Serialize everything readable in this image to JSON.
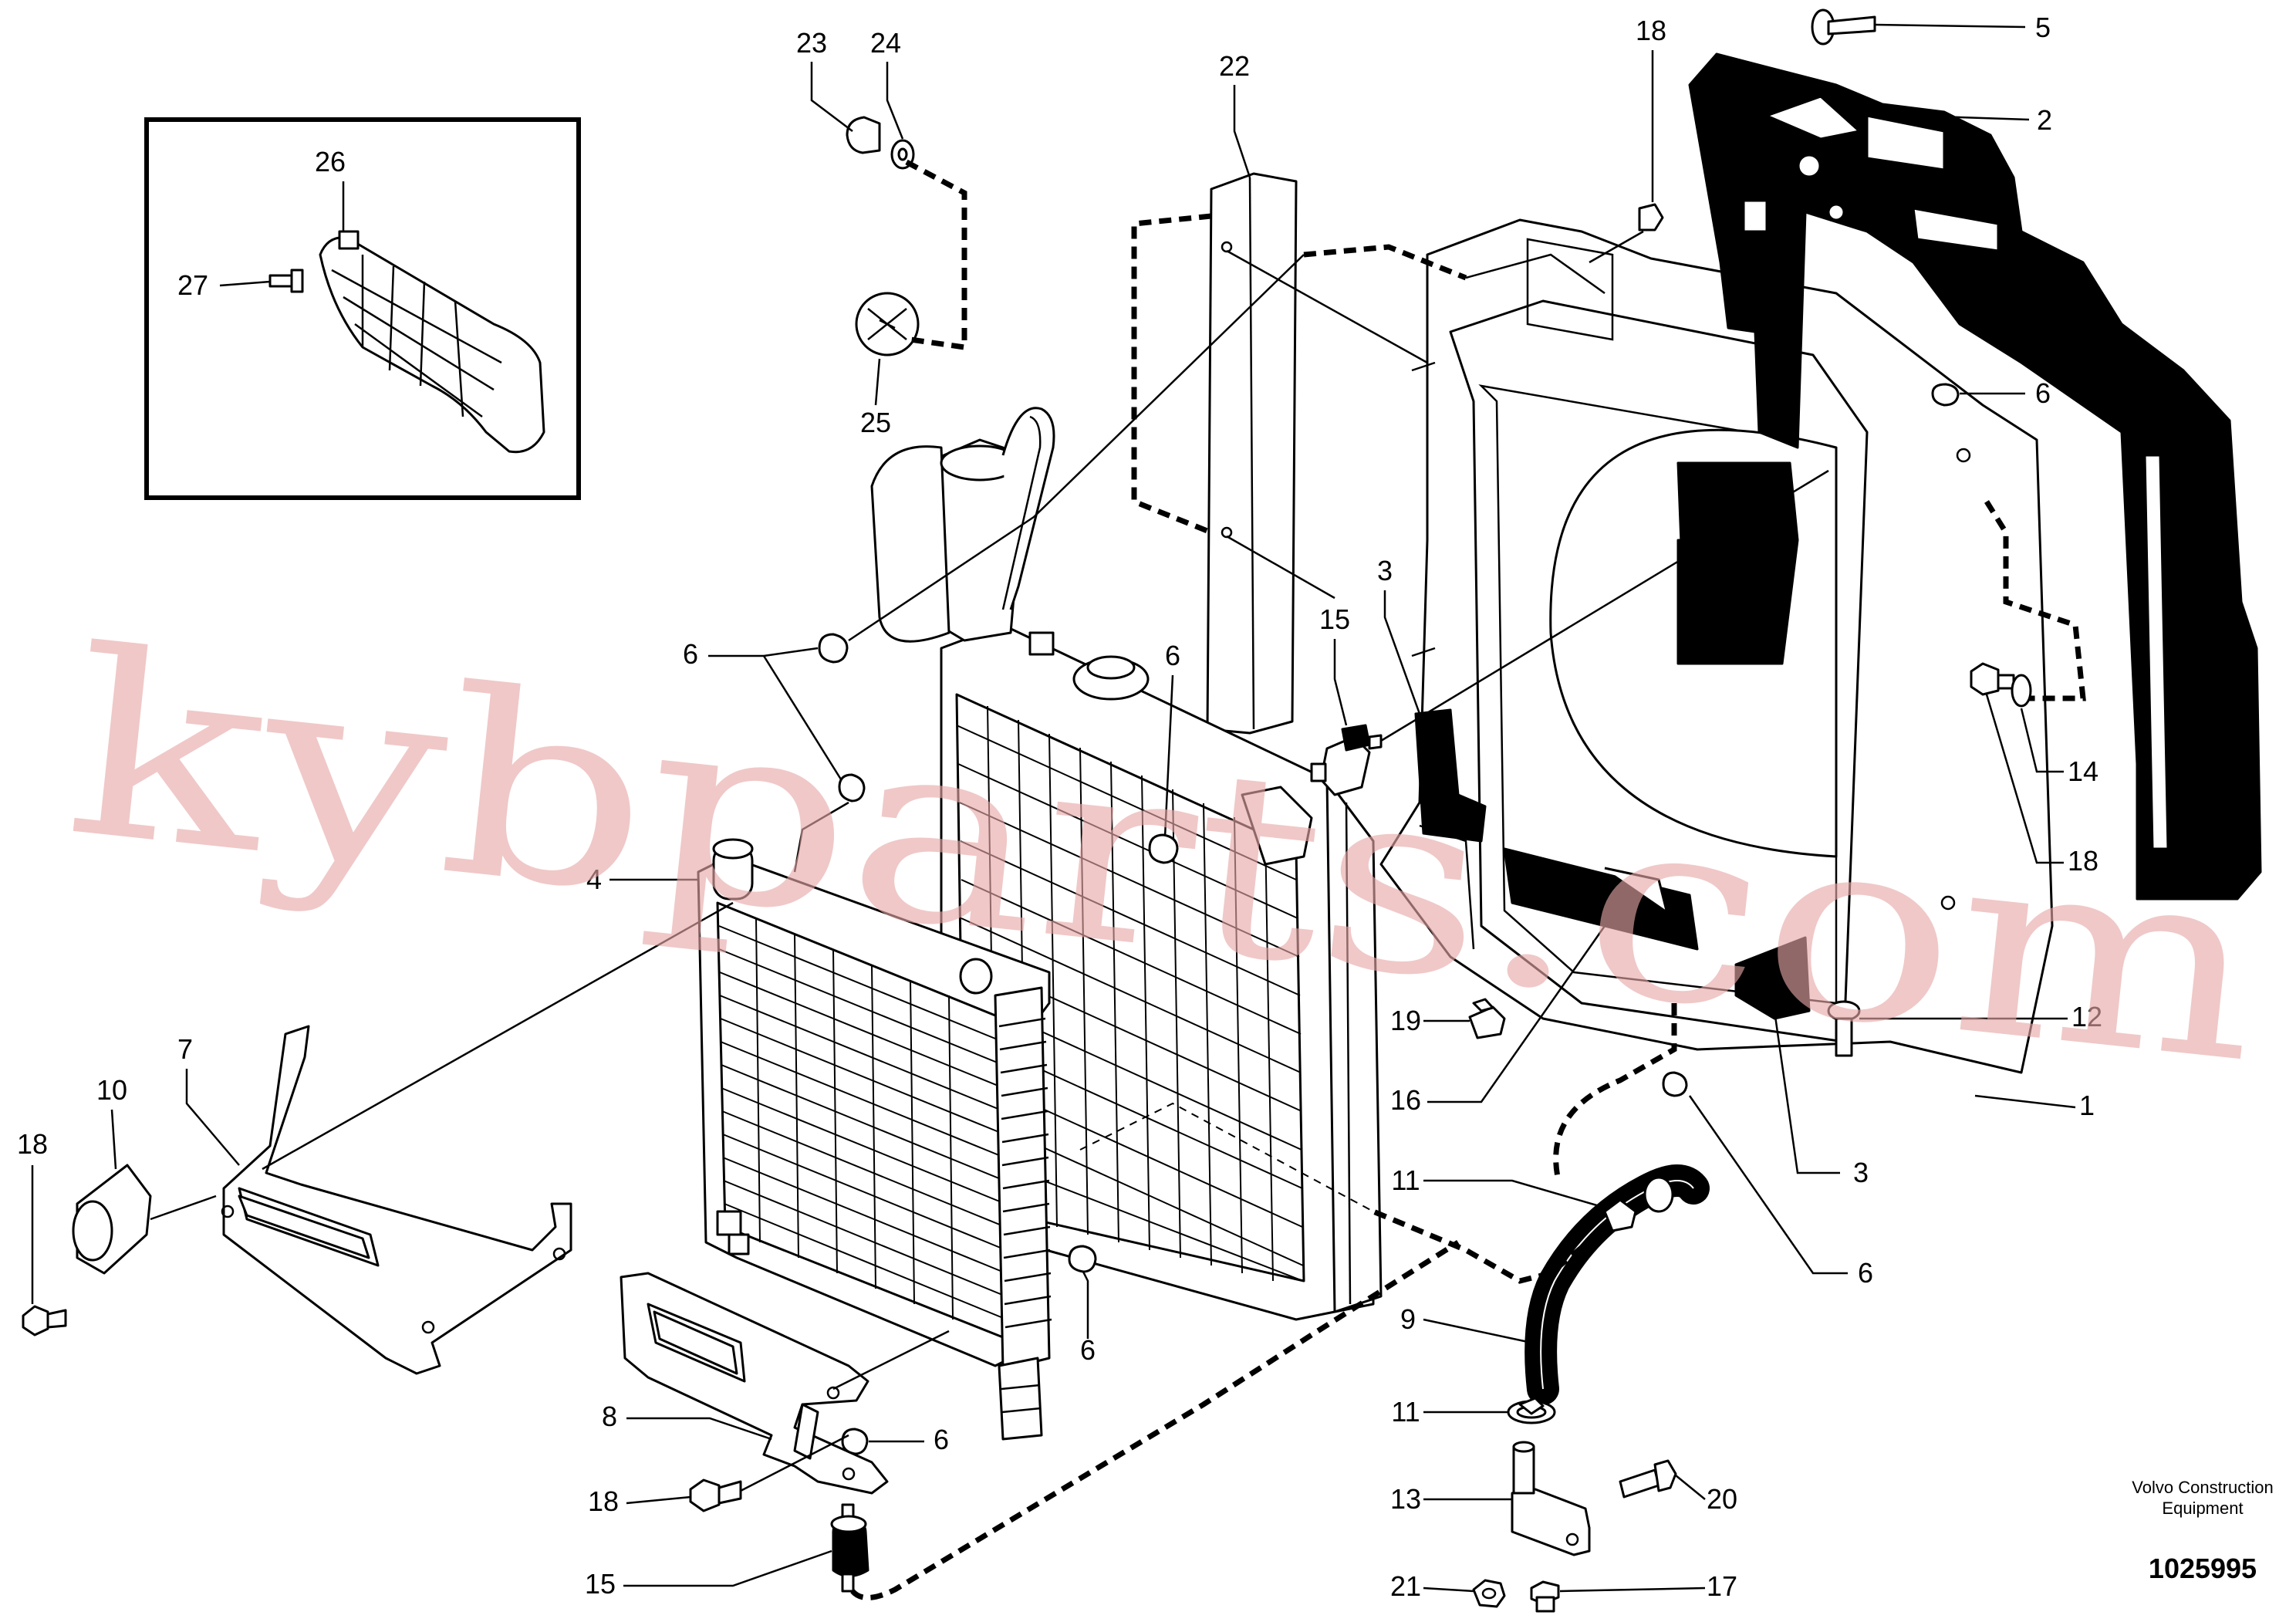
{
  "diagram": {
    "callouts": {
      "c1": "1",
      "c2": "2",
      "c3a": "3",
      "c3b": "3",
      "c4": "4",
      "c5": "5",
      "c6a": "6",
      "c6b": "6",
      "c6c": "6",
      "c6d": "6",
      "c6e": "6",
      "c6f": "6",
      "c7": "7",
      "c8": "8",
      "c9": "9",
      "c10": "10",
      "c11a": "11",
      "c11b": "11",
      "c12": "12",
      "c13": "13",
      "c14": "14",
      "c15a": "15",
      "c15b": "15",
      "c16": "16",
      "c17": "17",
      "c18a": "18",
      "c18b": "18",
      "c18c": "18",
      "c18d": "18",
      "c19": "19",
      "c20": "20",
      "c21": "21",
      "c22": "22",
      "c23": "23",
      "c24": "24",
      "c25": "25",
      "c26": "26",
      "c27": "27"
    },
    "watermark": "kybparts.com",
    "manufacturer_line1": "Volvo Construction",
    "manufacturer_line2": "Equipment",
    "drawing_number": "1025995"
  }
}
